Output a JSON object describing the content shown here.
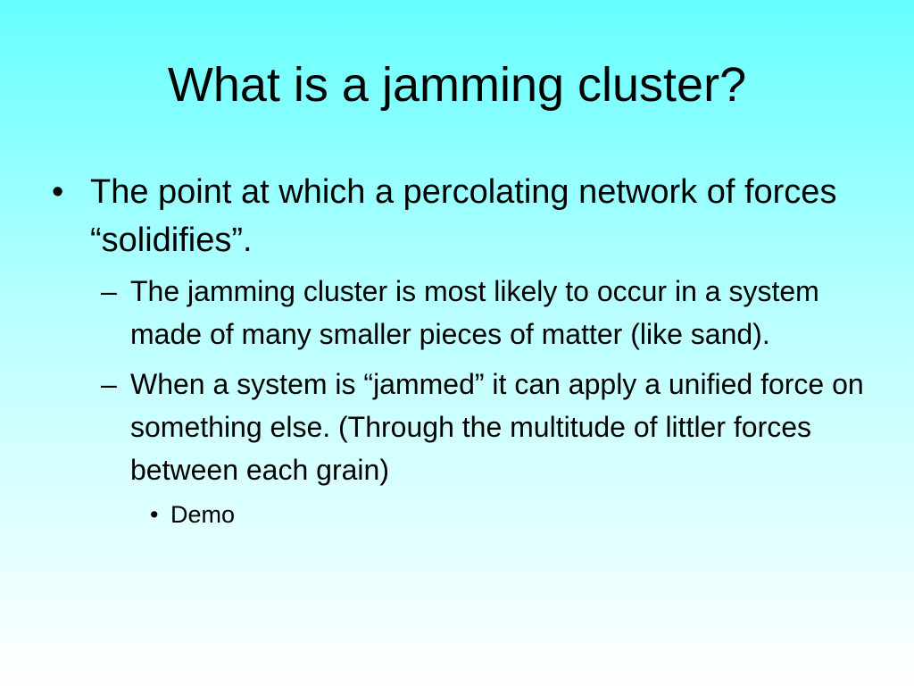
{
  "slide": {
    "title": "What is a jamming cluster?",
    "bullets": [
      {
        "marker": "•",
        "text": "The point at which a percolating network of forces “solidifies”."
      }
    ],
    "sub_bullets": [
      {
        "marker": "–",
        "text": "The jamming cluster is most likely to occur in a system made of many smaller pieces of matter (like sand)."
      },
      {
        "marker": "–",
        "text": "When a system is “jammed” it can apply a unified force on something else. (Through the multitude of littler forces between each grain)"
      }
    ],
    "sub_sub_bullets": [
      {
        "marker": "•",
        "text": "Demo"
      }
    ]
  },
  "colors": {
    "background_top": "#66ffff",
    "background_bottom": "#ffffff",
    "text": "#000000"
  }
}
